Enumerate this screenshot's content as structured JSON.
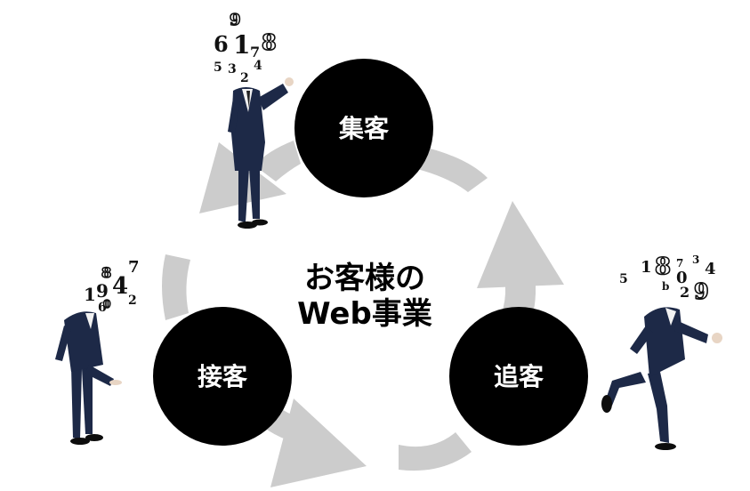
{
  "center": {
    "line1": "お客様の",
    "line2": "Web事業"
  },
  "nodes": {
    "top": "集客",
    "left": "接客",
    "right": "追客"
  },
  "colors": {
    "arrow": "#cccccc",
    "circle": "#000000",
    "suit": "#1d2947",
    "shirt": "#f2f2f2"
  },
  "figures": {
    "top_numbers": [
      "6",
      "1",
      "8",
      "7",
      "4",
      "5",
      "3",
      "2",
      "9"
    ],
    "left_numbers": [
      "8",
      "7",
      "1",
      "9",
      "4",
      "6",
      "2",
      "0"
    ],
    "right_numbers": [
      "5",
      "1",
      "8",
      "7",
      "3",
      "4",
      "0",
      "b",
      "2",
      "9"
    ]
  }
}
